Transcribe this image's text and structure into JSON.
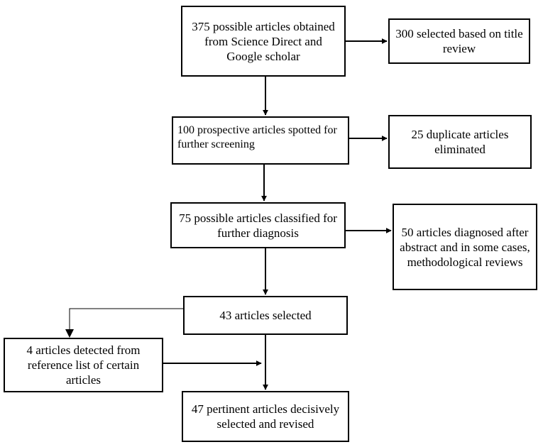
{
  "flow": {
    "main": [
      {
        "text": "375 possible articles obtained from Science Direct and Google scholar"
      },
      {
        "text": "100 prospective articles spotted for further screening"
      },
      {
        "text": "75 possible articles classified for further diagnosis"
      },
      {
        "text": "43 articles selected"
      },
      {
        "text": "47 pertinent articles decisively selected and revised"
      }
    ],
    "side": [
      {
        "text": "300 selected based on title review"
      },
      {
        "text": "25 duplicate articles eliminated"
      },
      {
        "text": "50 articles diagnosed after abstract and in some cases, methodological reviews"
      },
      {
        "text": "4 articles detected from reference list of certain articles"
      }
    ]
  }
}
